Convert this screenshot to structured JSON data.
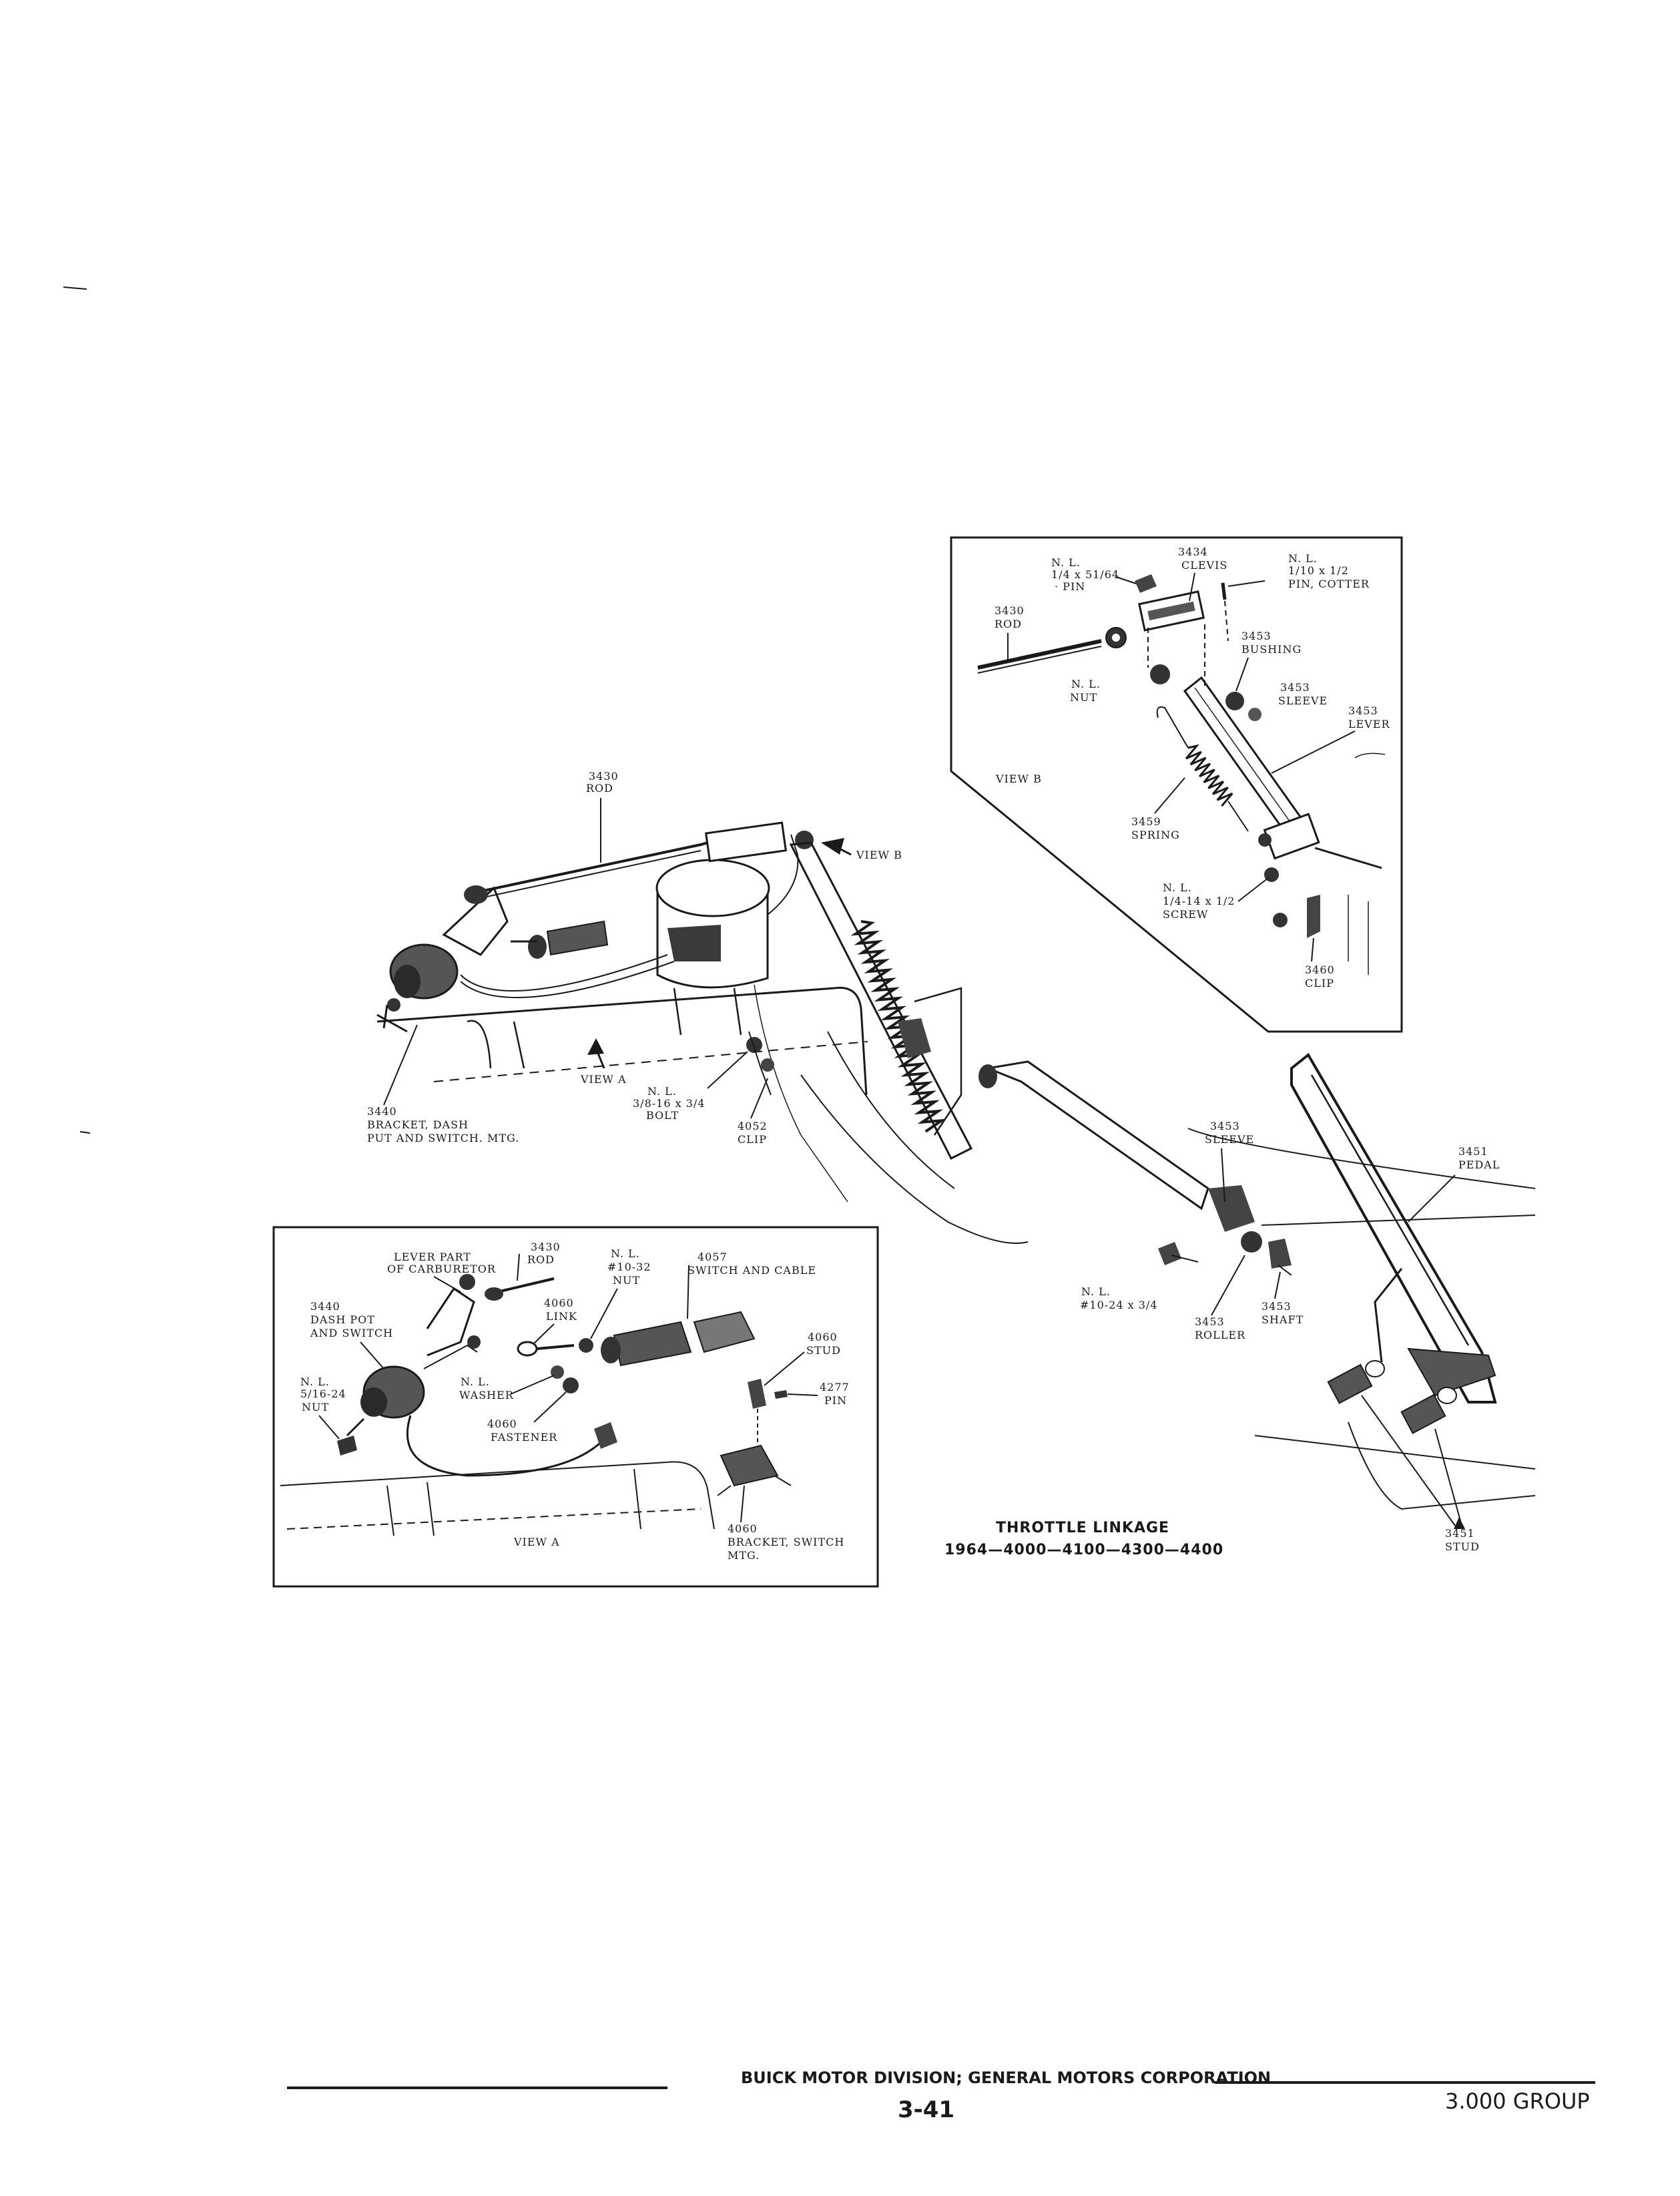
{
  "diagram": {
    "title_line1": "THROTTLE LINKAGE",
    "title_line2": "1964—4000—4100—4300—4400",
    "main_labels": [
      {
        "id": "rod_3430",
        "lines": [
          "3430",
          "ROD"
        ]
      },
      {
        "id": "view_b_pointer",
        "lines": [
          "VIEW B"
        ]
      },
      {
        "id": "view_a_pointer",
        "lines": [
          "VIEW A"
        ]
      },
      {
        "id": "bracket_3440",
        "lines": [
          "3440",
          "BRACKET, DASH",
          "PUT AND SWITCH. MTG."
        ]
      },
      {
        "id": "bolt_nl",
        "lines": [
          "N. L.",
          "3/8-16 x 3/4",
          "BOLT"
        ]
      },
      {
        "id": "clip_4052",
        "lines": [
          "4052",
          "CLIP"
        ]
      },
      {
        "id": "sleeve_3453",
        "lines": [
          "3453",
          "SLEEVE"
        ]
      },
      {
        "id": "pedal_3451",
        "lines": [
          "3451",
          "PEDAL"
        ]
      },
      {
        "id": "nl_screw_10_24",
        "lines": [
          "N. L.",
          "#10-24 x 3/4"
        ]
      },
      {
        "id": "roller_3453",
        "lines": [
          "3453",
          "ROLLER"
        ]
      },
      {
        "id": "shaft_3453",
        "lines": [
          "3453",
          "SHAFT"
        ]
      },
      {
        "id": "stud_3451",
        "lines": [
          "3451",
          "STUD"
        ]
      }
    ],
    "view_b": {
      "caption": "VIEW B",
      "labels": [
        {
          "id": "clevis_3434",
          "lines": [
            "3434",
            "CLEVIS"
          ]
        },
        {
          "id": "pin_nl",
          "lines": [
            "N. L.",
            "1/4 x 51/64",
            "· PIN"
          ]
        },
        {
          "id": "cotter_nl",
          "lines": [
            "N. L.",
            "1/10 x 1/2",
            "PIN, COTTER"
          ]
        },
        {
          "id": "rod_3430b",
          "lines": [
            "3430",
            "ROD"
          ]
        },
        {
          "id": "nut_nl",
          "lines": [
            "N. L.",
            "NUT"
          ]
        },
        {
          "id": "bushing_3453",
          "lines": [
            "3453",
            "BUSHING"
          ]
        },
        {
          "id": "sleeve_3453b",
          "lines": [
            "3453",
            "SLEEVE"
          ]
        },
        {
          "id": "lever_3453",
          "lines": [
            "3453",
            "LEVER"
          ]
        },
        {
          "id": "spring_3459",
          "lines": [
            "3459",
            "SPRING"
          ]
        },
        {
          "id": "screw_nl",
          "lines": [
            "N. L.",
            "1/4-14 x 1/2",
            "SCREW"
          ]
        },
        {
          "id": "clip_3460",
          "lines": [
            "3460",
            "CLIP"
          ]
        }
      ]
    },
    "view_a": {
      "caption": "VIEW A",
      "labels": [
        {
          "id": "lever_carb",
          "lines": [
            "LEVER PART",
            "OF CARBURETOR"
          ]
        },
        {
          "id": "rod_3430a",
          "lines": [
            "3430",
            "ROD"
          ]
        },
        {
          "id": "nut_10_32",
          "lines": [
            "N. L.",
            "#10-32",
            "NUT"
          ]
        },
        {
          "id": "switch_4057",
          "lines": [
            "4057",
            "SWITCH AND CABLE"
          ]
        },
        {
          "id": "dashpot_3440",
          "lines": [
            "3440",
            "DASH POT",
            "AND SWITCH"
          ]
        },
        {
          "id": "link_4060",
          "lines": [
            "4060",
            "LINK"
          ]
        },
        {
          "id": "stud_4060",
          "lines": [
            "4060",
            "STUD"
          ]
        },
        {
          "id": "nut_5_16",
          "lines": [
            "N. L.",
            "5/16-24",
            "NUT"
          ]
        },
        {
          "id": "washer_nl",
          "lines": [
            "N. L.",
            "WASHER"
          ]
        },
        {
          "id": "pin_4277",
          "lines": [
            "4277",
            "PIN"
          ]
        },
        {
          "id": "fastener_4060",
          "lines": [
            "4060",
            "FASTENER"
          ]
        },
        {
          "id": "bracket_4060",
          "lines": [
            "4060",
            "BRACKET, SWITCH",
            "MTG."
          ]
        }
      ]
    }
  },
  "footer": {
    "company": "BUICK MOTOR DIVISION; GENERAL MOTORS CORPORATION",
    "page_number": "3-41",
    "group": "3.000 GROUP"
  }
}
